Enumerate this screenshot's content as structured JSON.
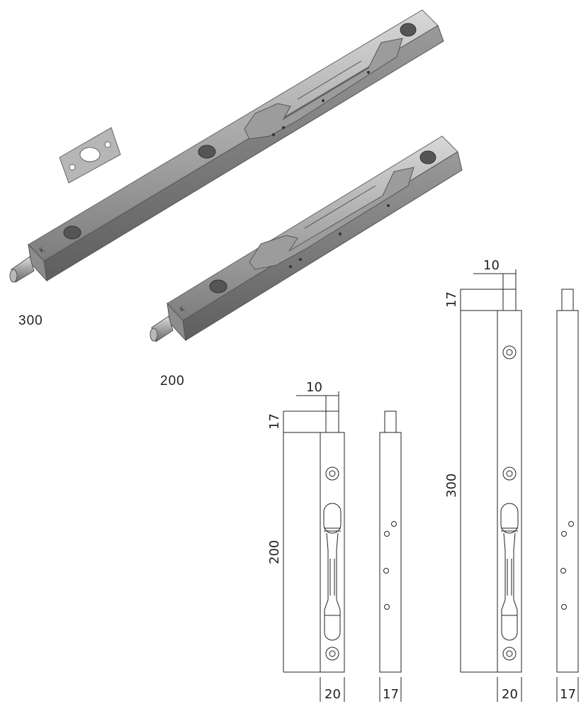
{
  "photos": {
    "bolt_300_label": "300",
    "bolt_200_label": "200",
    "brand_mark": "K"
  },
  "drawings": {
    "small": {
      "length": "200",
      "pin_offset": "17",
      "pin_width": "10",
      "front_width": "20",
      "side_width": "17"
    },
    "large": {
      "length": "300",
      "pin_offset": "17",
      "pin_width": "10",
      "front_width": "20",
      "side_width": "17"
    }
  }
}
